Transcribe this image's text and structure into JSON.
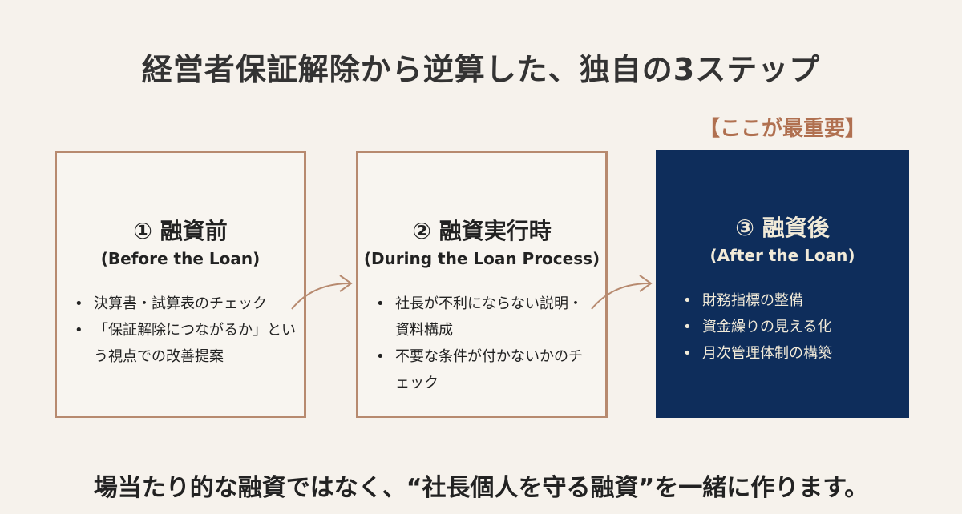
{
  "title": "経営者保証解除から逆算した、独自の3ステップ",
  "badge": "【ここが最重要】",
  "steps": [
    {
      "heading": "① 融資前",
      "subheading": "(Before the Loan)",
      "items": [
        "決算書・試算表のチェック",
        "「保証解除につながるか」という視点での改善提案"
      ]
    },
    {
      "heading": "② 融資実行時",
      "subheading": "(During the Loan Process)",
      "items": [
        "社長が不利にならない説明・資料構成",
        "不要な条件が付かないかのチェック"
      ]
    },
    {
      "heading": "③ 融資後",
      "subheading": "(After the Loan)",
      "items": [
        "財務指標の整備",
        "資金繰りの見える化",
        "月次管理体制の構築"
      ]
    }
  ],
  "footer": "場当たり的な融資ではなく、“社長個人を守る融資”を一緒に作ります。",
  "colors": {
    "accent": "#b78a6f",
    "highlight_bg": "#0e2d5b",
    "background": "#f6f2ec"
  }
}
